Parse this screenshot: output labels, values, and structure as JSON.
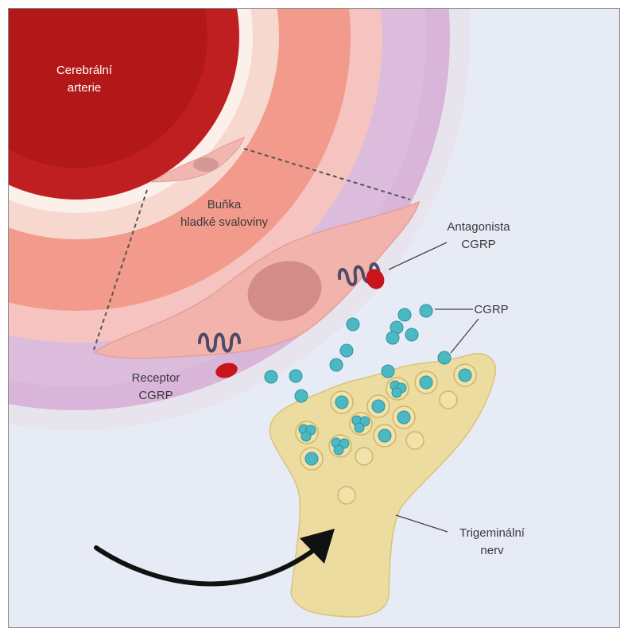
{
  "labels": {
    "artery_line1": "Cerebrální",
    "artery_line2": "arterie",
    "smooth_cell_line1": "Buňka",
    "smooth_cell_line2": "hladké svaloviny",
    "antagonist_line1": "Antagonista",
    "antagonist_line2": "CGRP",
    "cgrp": "CGRP",
    "receptor_line1": "Receptor",
    "receptor_line2": "CGRP",
    "nerve_line1": "Trigeminální",
    "nerve_line2": "nerv"
  },
  "colors": {
    "background": "#e7ebf6",
    "artery_lumen": "#b81e1e",
    "artery_wall": "#f2998a",
    "vessel_outer": "#d9b7dc",
    "smooth_cell": "#f1b2ac",
    "nucleus": "#d48c8a",
    "nerve": "#ecdca0",
    "cgrp_particle": "#4bb8c3",
    "antagonist": "#c8141c",
    "receptor_coil": "#4d4b66"
  },
  "icons": {
    "arrow": "curved-arrow-icon",
    "receptor": "receptor-coil-icon",
    "antagonist": "antagonist-oval-icon",
    "particle": "cgrp-particle-icon"
  }
}
